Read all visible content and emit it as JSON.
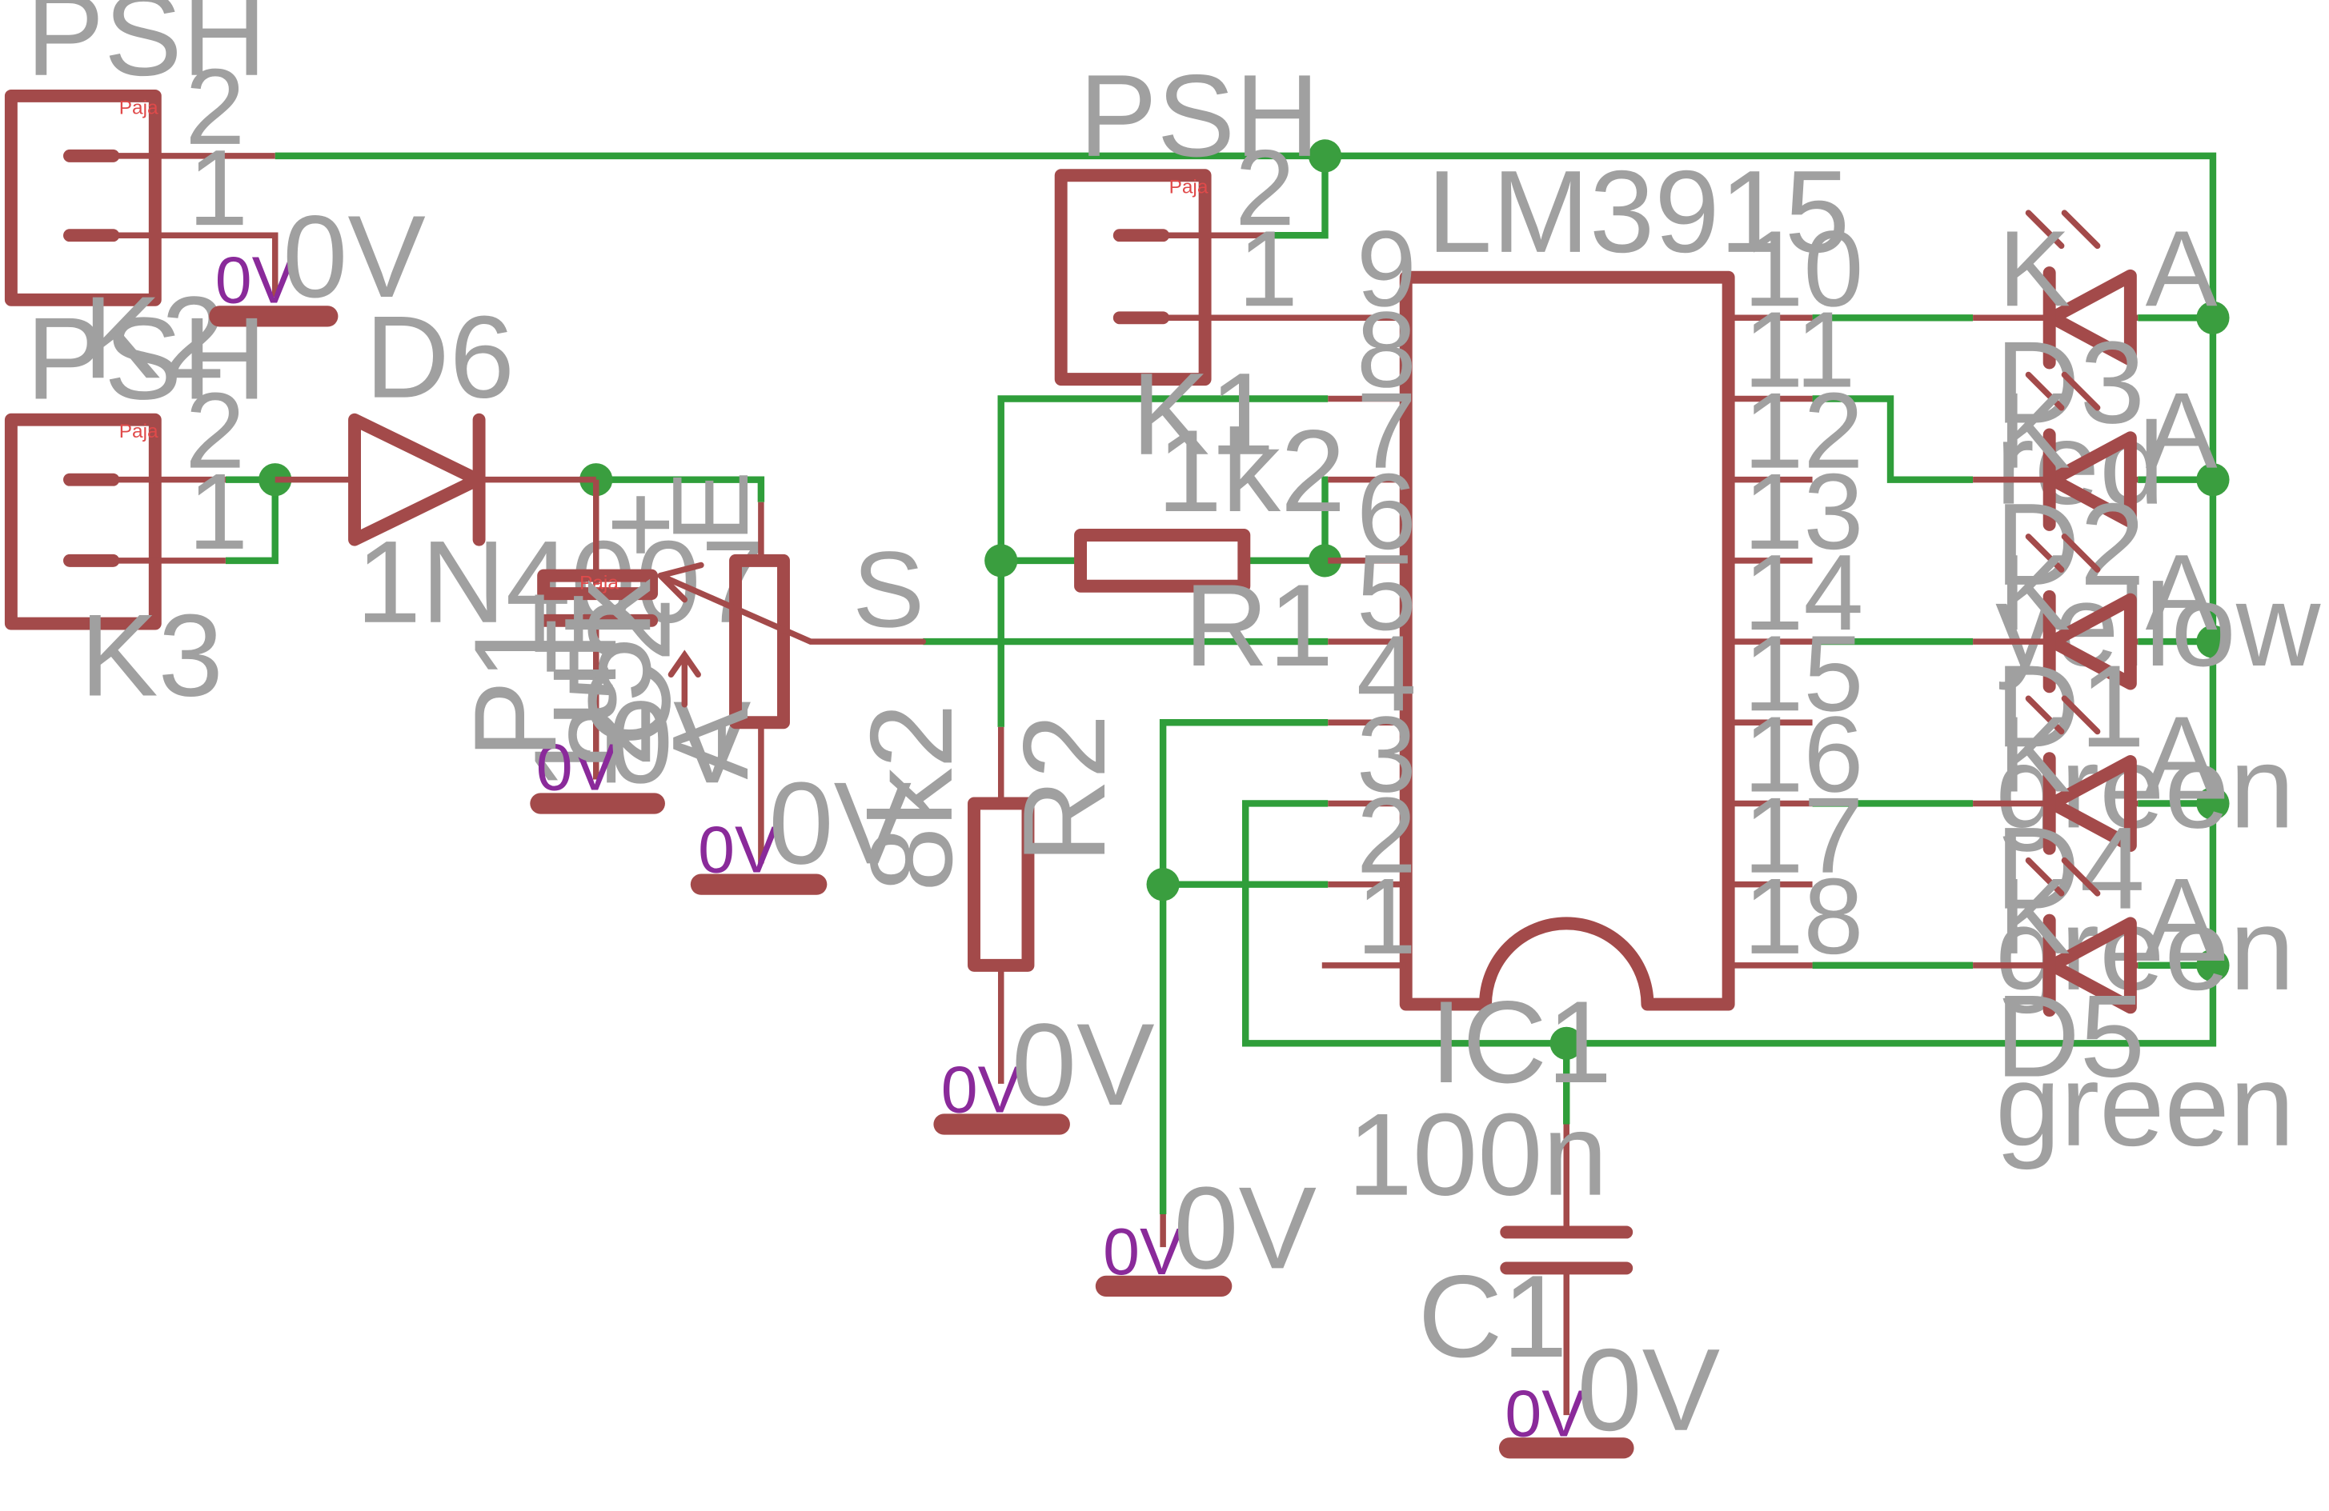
{
  "components": {
    "k2": {
      "header": "PSH",
      "name": "K2",
      "pins": [
        "2",
        "1"
      ]
    },
    "k3": {
      "header": "PSH",
      "name": "K3",
      "pins": [
        "2",
        "1"
      ]
    },
    "k1": {
      "header": "PSH",
      "name": "K1",
      "pins": [
        "2",
        "1"
      ]
    },
    "d6": {
      "name": "D6",
      "value": "1N4007"
    },
    "c2": {
      "name": "C2",
      "value": "1uF",
      "polarity": "+"
    },
    "p1": {
      "name": "P1",
      "value": "25k",
      "pins": {
        "e": "E",
        "s": "S",
        "a": "A"
      }
    },
    "r1": {
      "name": "R1",
      "value": "1k2"
    },
    "r2": {
      "name": "R2",
      "value": "8k2"
    },
    "ic1": {
      "name": "IC1",
      "part": "LM3915",
      "left_pins": [
        "9",
        "8",
        "7",
        "6",
        "5",
        "4",
        "3",
        "2",
        "1"
      ],
      "right_pins": [
        "10",
        "11",
        "12",
        "13",
        "14",
        "15",
        "16",
        "17",
        "18"
      ]
    },
    "c1": {
      "name": "C1",
      "value": "100n"
    },
    "leds": [
      {
        "name": "D3",
        "color": "red",
        "k": "K",
        "a": "A"
      },
      {
        "name": "D2",
        "color": "yellow",
        "k": "K",
        "a": "A"
      },
      {
        "name": "D1",
        "color": "green",
        "k": "K",
        "a": "A"
      },
      {
        "name": "D4",
        "color": "green",
        "k": "K",
        "a": "A"
      },
      {
        "name": "D5",
        "color": "green",
        "k": "K",
        "a": "A"
      }
    ]
  },
  "ground": {
    "net_label": "0V",
    "value": "0V"
  },
  "footprint_tag": "Paja",
  "colors": {
    "symbol": "#a34a4a",
    "wire": "#2f9e3a",
    "junction": "#3a9e3f",
    "label": "#a0a0a0",
    "net_label": "#8a2a9a"
  }
}
